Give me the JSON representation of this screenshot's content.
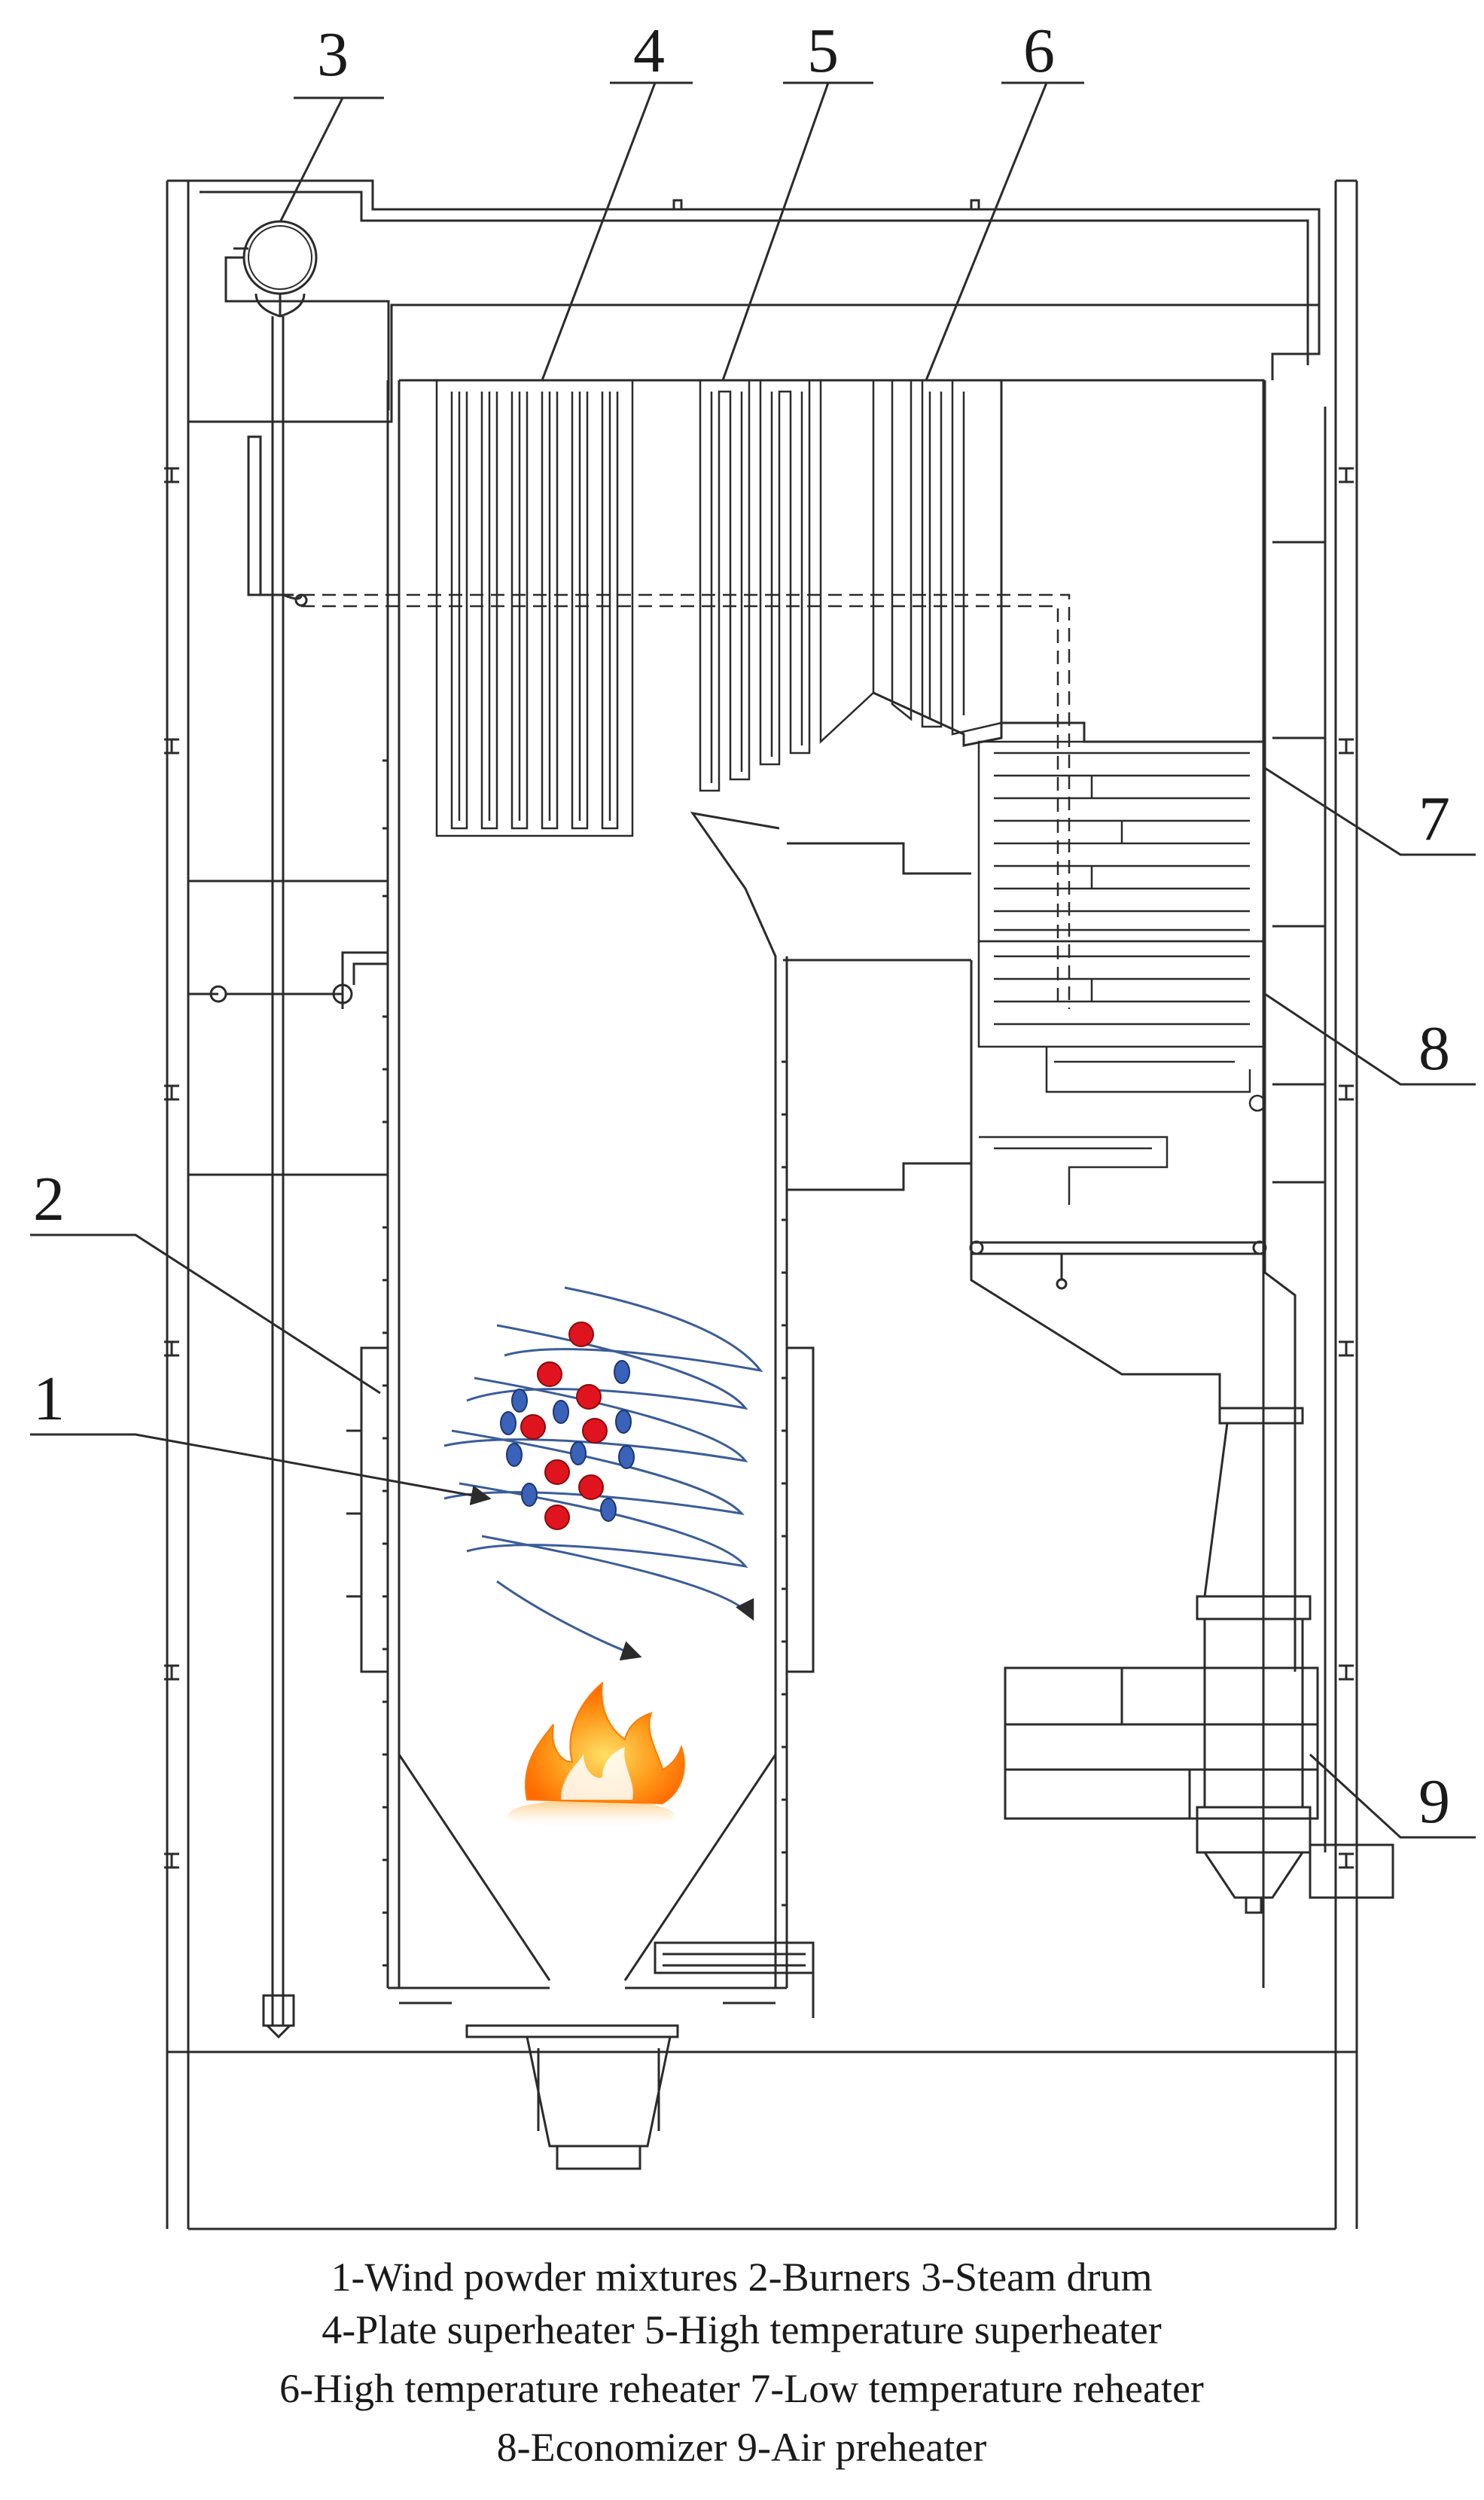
{
  "callouts": [
    {
      "id": "1",
      "text": "1"
    },
    {
      "id": "2",
      "text": "2"
    },
    {
      "id": "3",
      "text": "3"
    },
    {
      "id": "4",
      "text": "4"
    },
    {
      "id": "5",
      "text": "5"
    },
    {
      "id": "6",
      "text": "6"
    },
    {
      "id": "7",
      "text": "7"
    },
    {
      "id": "8",
      "text": "8"
    },
    {
      "id": "9",
      "text": "9"
    }
  ],
  "caption": {
    "line1": "1-Wind powder mixtures 2-Burners 3-Steam drum",
    "line2": "4-Plate superheater 5-High temperature superheater",
    "line3": "6-High temperature reheater 7-Low temperature reheater",
    "line4": "8-Economizer 9-Air preheater"
  },
  "colors": {
    "line": "#2b2b2b",
    "particle_red": "#e0141e",
    "particle_blue": "#3a62b8",
    "swirl": "#3a5d9a",
    "flame_orange": "#ff8a00",
    "flame_yellow": "#ffc21a"
  },
  "icons": {
    "flame": "flame-icon"
  }
}
